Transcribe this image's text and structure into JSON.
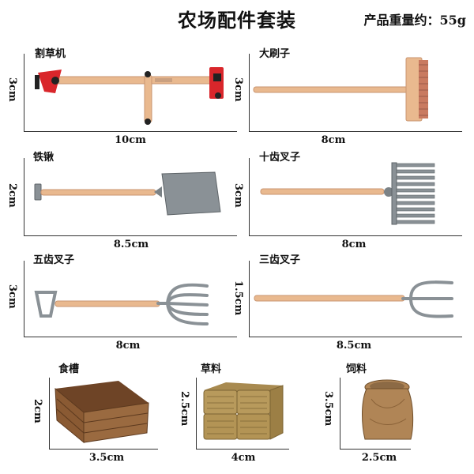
{
  "header": {
    "title": "农场配件套装",
    "weight": "产品重量约：55g"
  },
  "items": [
    {
      "name": "割草机",
      "width": "10cm",
      "height": "3cm"
    },
    {
      "name": "大刷子",
      "width": "8cm",
      "height": "3cm"
    },
    {
      "name": "铁锹",
      "width": "8.5cm",
      "height": "2cm"
    },
    {
      "name": "十齿叉子",
      "width": "8cm",
      "height": "3cm"
    },
    {
      "name": "五齿叉子",
      "width": "8cm",
      "height": "3cm"
    },
    {
      "name": "三齿叉子",
      "width": "8.5cm",
      "height": "1.5cm"
    },
    {
      "name": "食槽",
      "width": "3.5cm",
      "height": "2cm"
    },
    {
      "name": "草料",
      "width": "4cm",
      "height": "2.5cm"
    },
    {
      "name": "饲料",
      "width": "2.5cm",
      "height": "3.5cm"
    }
  ],
  "colors": {
    "handle": "#e9b98f",
    "metal": "#8a9196",
    "red": "#d9262b",
    "wood": "#8a5a33",
    "hay": "#b89a5c",
    "sack": "#b08556"
  }
}
